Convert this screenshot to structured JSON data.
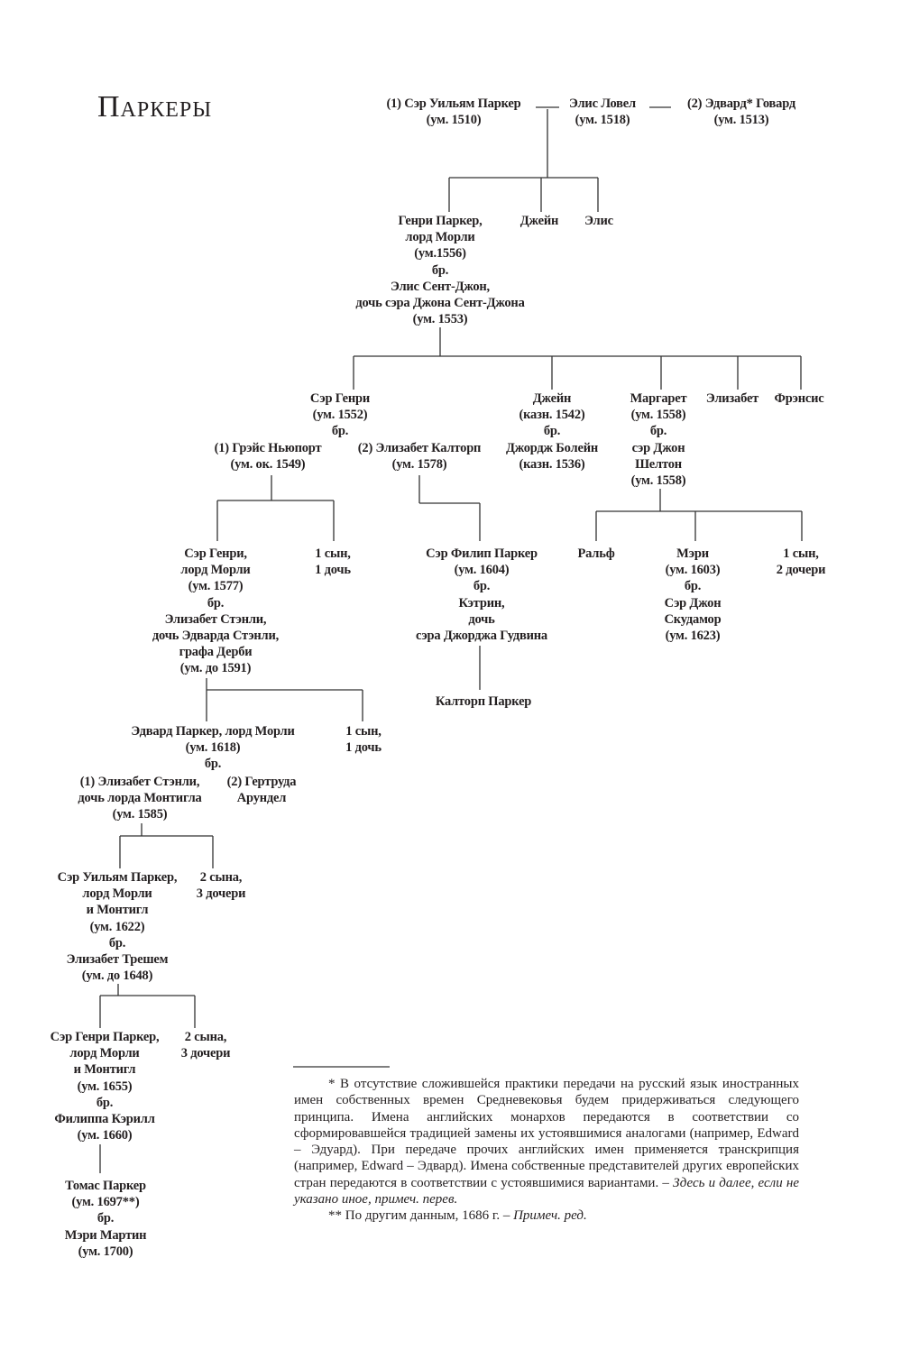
{
  "title": "Паркеры",
  "nodes": {
    "william1": [
      "(1) Сэр Уильям Паркер",
      "(ум. 1510)"
    ],
    "alice_lovel": [
      "Элис Ловел",
      "(ум. 1518)"
    ],
    "edward_howard": [
      "(2) Эдвард* Говард",
      "(ум. 1513)"
    ],
    "henry1": [
      "Генри Паркер,",
      "лорд Морли",
      "(ум.1556)",
      "бр.",
      "Элис Сент-Джон,",
      "дочь сэра Джона Сент-Джона",
      "(ум. 1553)"
    ],
    "jane1": [
      "Джейн"
    ],
    "alice1": [
      "Элис"
    ],
    "henry2": [
      "Сэр Генри",
      "(ум. 1552)",
      "бр."
    ],
    "grace": [
      "(1) Грэйс Ньюпорт",
      "(ум. ок. 1549)"
    ],
    "elizabeth_calthorp": [
      "(2) Элизабет Калторп",
      "(ум. 1578)"
    ],
    "jane2": [
      "Джейн",
      "(казн. 1542)",
      "бр.",
      "Джордж Болейн",
      "(казн. 1536)"
    ],
    "margaret": [
      "Маргарет",
      "(ум. 1558)",
      "бр.",
      "сэр Джон",
      "Шелтон",
      "(ум. 1558)"
    ],
    "elizabeth1": [
      "Элизабет"
    ],
    "frances": [
      "Фрэнсис"
    ],
    "henry3": [
      "Сэр Генри,",
      "лорд Морли",
      "(ум. 1577)",
      "бр.",
      "Элизабет Стэнли,",
      "дочь Эдварда Стэнли,",
      "графа Дерби",
      "(ум. до 1591)"
    ],
    "kids1": [
      "1 сын,",
      "1 дочь"
    ],
    "philip": [
      "Сэр Филип Паркер",
      "(ум. 1604)",
      "бр.",
      "Кэтрин,",
      "дочь",
      "сэра Джорджа Гудвина"
    ],
    "ralph": [
      "Ральф"
    ],
    "mary": [
      "Мэри",
      "(ум. 1603)",
      "бр.",
      "Сэр Джон",
      "Скудамор",
      "(ум. 1623)"
    ],
    "kids2": [
      "1 сын,",
      "2 дочери"
    ],
    "calthorp": [
      "Калторп Паркер"
    ],
    "edward": [
      "Эдвард Паркер, лорд Морли",
      "(ум. 1618)",
      "бр."
    ],
    "kids3": [
      "1 сын,",
      "1 дочь"
    ],
    "elizabeth_stanley": [
      "(1) Элизабет Стэнли,",
      "дочь лорда Монтигла",
      "(ум. 1585)"
    ],
    "gertrude": [
      "(2) Гертруда",
      "Арундел"
    ],
    "william2": [
      "Сэр Уильям Паркер,",
      "лорд Морли",
      "и Монтигл",
      "(ум. 1622)",
      "бр.",
      "Элизабет Трешем",
      "(ум. до 1648)"
    ],
    "kids4": [
      "2 сына,",
      "3 дочери"
    ],
    "henry4": [
      "Сэр Генри Паркер,",
      "лорд Морли",
      "и Монтигл",
      "(ум. 1655)",
      "бр.",
      "Филиппа Кэрилл",
      "(ум. 1660)"
    ],
    "kids5": [
      "2 сына,",
      "3 дочери"
    ],
    "thomas": [
      "Томас Паркер",
      "(ум. 1697**)",
      "бр.",
      "Мэри Мартин",
      "(ум. 1700)"
    ]
  },
  "footnotes": {
    "note1_text": "* В отсутствие сложившейся практики передачи на русский язык иностранных имен собственных времен Средневековья будем придерживаться следующего принципа. Имена английских монархов передаются в соответствии со сформировавшейся традицией замены их устоявшимися аналогами (например, Edward – Эдуард). При передаче прочих английских имен применяется транскрипция (например, Edward – Эдвард). Имена собственные представителей других европейских стран передаются в соответствии с устоявшимися вариантами. – ",
    "note1_italic": "Здесь и далее, если не указано иное, примеч. перев.",
    "note2_text": "** По другим данным, 1686 г. – ",
    "note2_italic": "Примеч. ред."
  }
}
